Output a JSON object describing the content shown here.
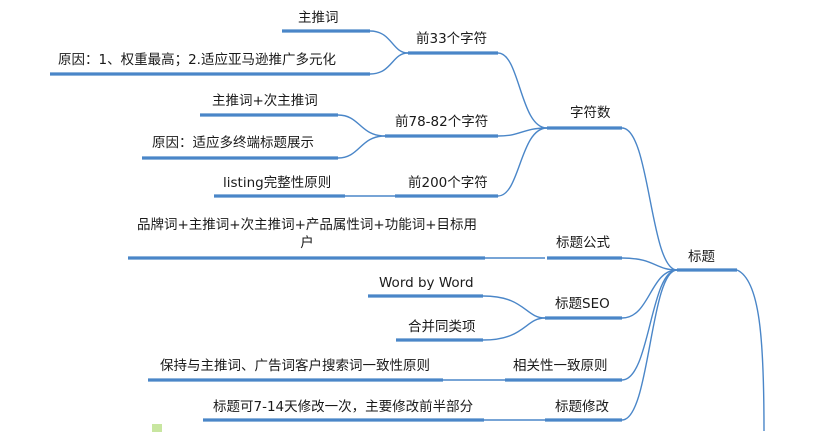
{
  "root": {
    "label": "标题"
  },
  "branches": [
    {
      "label": "字符数",
      "children": [
        {
          "label": "前33个字符",
          "children": [
            "主推词",
            "原因：1、权重最高；2.适应亚马逊推广多元化"
          ]
        },
        {
          "label": "前78-82个字符",
          "children": [
            "主推词+次主推词",
            "原因：适应多终端标题展示"
          ]
        },
        {
          "label": "前200个字符",
          "children": [
            "listing完整性原则"
          ]
        }
      ]
    },
    {
      "label": "标题公式",
      "children": [
        "品牌词+主推词+次主推词+产品属性词+功能词+目标用户"
      ]
    },
    {
      "label": "标题SEO",
      "children": [
        "Word by Word",
        "合并同类项"
      ]
    },
    {
      "label": "相关性一致原则",
      "children": [
        "保持与主推词、广告词客户搜索词一致性原则"
      ]
    },
    {
      "label": "标题修改",
      "children": [
        "标题可7-14天修改一次，主要修改前半部分"
      ]
    }
  ],
  "colors": {
    "line": "#4a86c8",
    "text": "#1a1a1a",
    "marker": "#c8e6a0"
  }
}
